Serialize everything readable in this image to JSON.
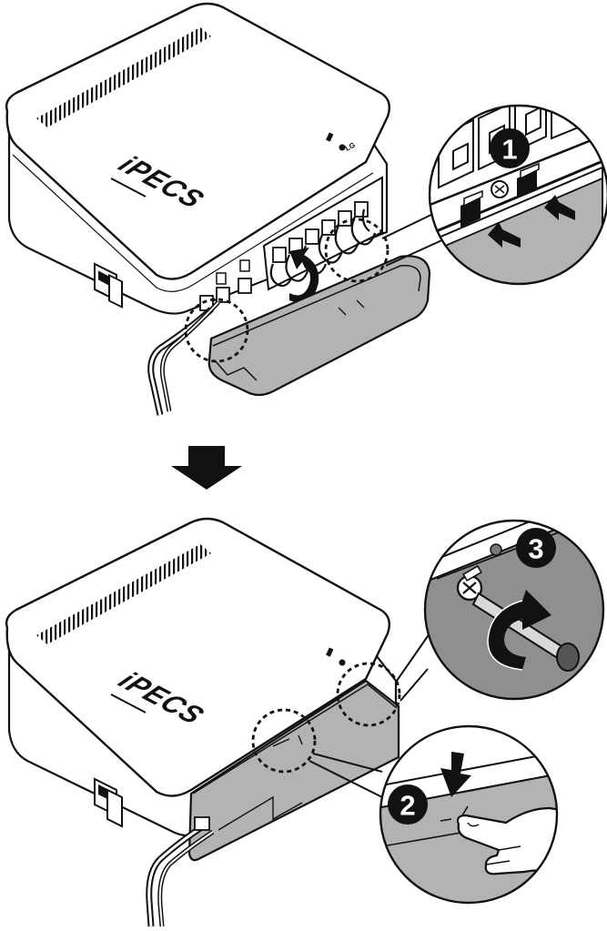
{
  "figure": {
    "brand_logo": "iPECS",
    "maker_logo": "LG",
    "colors": {
      "outline": "#111111",
      "device_body": "#ffffff",
      "cover_fill": "#b3b3b3",
      "cover_shadow": "#8f8f8f",
      "callout_bg": "#ffffff",
      "badge": "#111111"
    },
    "steps": [
      {
        "number": "1",
        "icon": "hook-cover-tabs"
      },
      {
        "number": "2",
        "icon": "press-cover-down"
      },
      {
        "number": "3",
        "icon": "tighten-screw"
      }
    ],
    "transition_icon": "down-arrow-icon"
  }
}
